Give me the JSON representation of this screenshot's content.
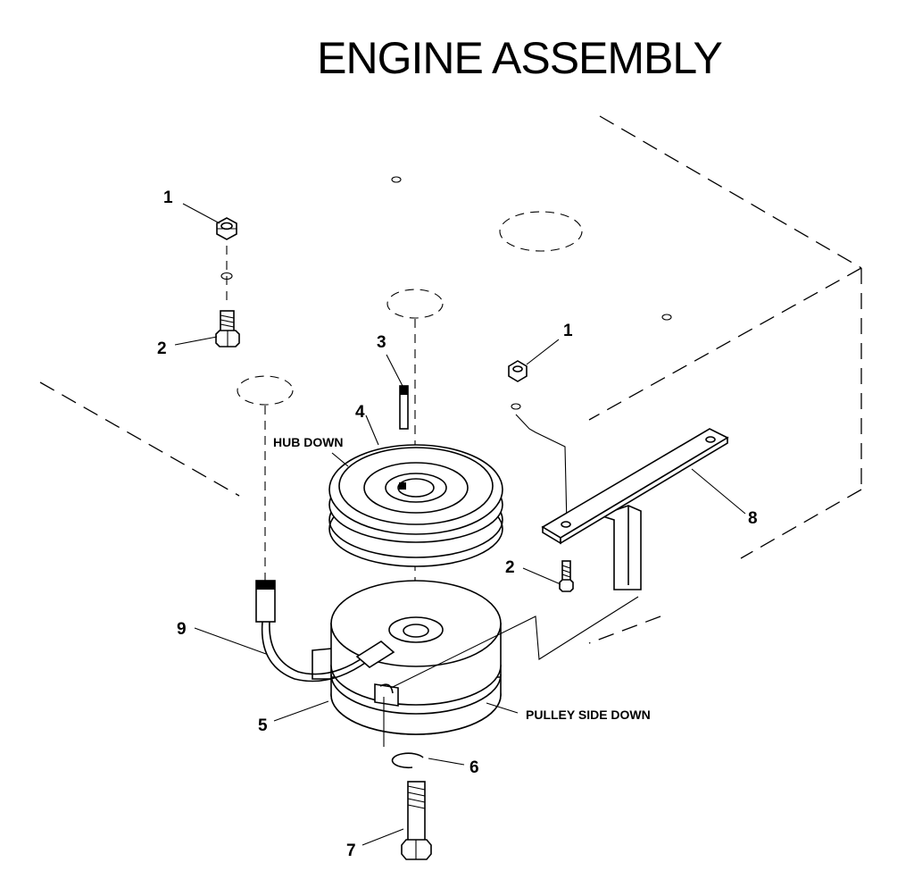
{
  "title": "ENGINE ASSEMBLY",
  "callouts": {
    "c1a": "1",
    "c2a": "2",
    "c3": "3",
    "c4": "4",
    "c1b": "1",
    "c8": "8",
    "c2b": "2",
    "c9": "9",
    "c5": "5",
    "c6": "6",
    "c7": "7"
  },
  "notes": {
    "hub_down": "HUB DOWN",
    "pulley_side_down": "PULLEY SIDE DOWN"
  }
}
